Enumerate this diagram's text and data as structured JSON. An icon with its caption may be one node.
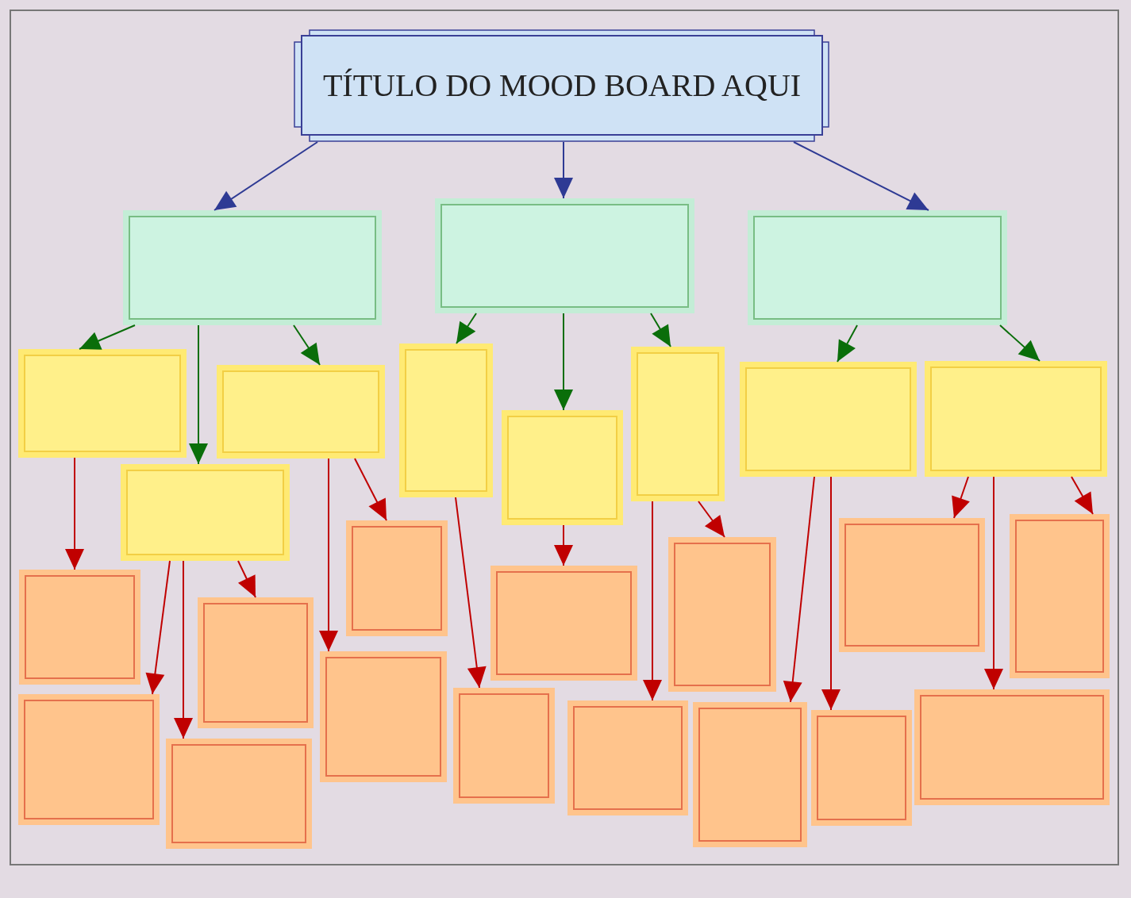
{
  "diagram": {
    "nodes": [
      {
        "text": [
          "TÍTULO DO MOOD BOARD AQUI"
        ]
      },
      {
        "text": [],
        "shape": "box"
      },
      {
        "text": [],
        "shape": "box"
      },
      {
        "text": [],
        "shape": "box"
      },
      {
        "text": [],
        "shape": "box"
      },
      {
        "text": [],
        "shape": "box"
      },
      {
        "text": [],
        "shape": "box"
      },
      {
        "text": [],
        "shape": "box"
      },
      {
        "text": [],
        "shape": "box"
      },
      {
        "text": [],
        "shape": "box"
      },
      {
        "text": [],
        "shape": "box"
      },
      {
        "text": [],
        "shape": "box"
      },
      {
        "text": [],
        "shape": "box"
      },
      {
        "text": [],
        "shape": "box"
      },
      {
        "text": [],
        "shape": "box"
      },
      {
        "text": [],
        "shape": "box"
      },
      {
        "text": [],
        "shape": "box"
      },
      {
        "text": [],
        "shape": "box"
      },
      {
        "text": [],
        "shape": "box"
      },
      {
        "text": [],
        "shape": "box"
      },
      {
        "text": [],
        "shape": "box"
      },
      {
        "text": [],
        "shape": "box"
      },
      {
        "text": [],
        "shape": "box"
      },
      {
        "text": [],
        "shape": "box"
      },
      {
        "text": [],
        "shape": "box"
      },
      {
        "text": [],
        "shape": "box"
      },
      {
        "text": [],
        "shape": "box"
      }
    ],
    "edges": [
      {
        "from": 0,
        "to": 1,
        "arrow": "to",
        "color": "#2e3a94"
      },
      {
        "from": 0,
        "to": 2,
        "arrow": "to",
        "color": "#2e3a94"
      },
      {
        "from": 0,
        "to": 3,
        "arrow": "to",
        "color": "#2e3a94"
      },
      {
        "from": 1,
        "to": 4,
        "arrow": "to",
        "color": "#0a6e0a"
      },
      {
        "from": 1,
        "to": 5,
        "arrow": "to",
        "color": "#0a6e0a"
      },
      {
        "from": 1,
        "to": 6,
        "arrow": "to",
        "color": "#0a6e0a"
      },
      {
        "from": 2,
        "to": 7,
        "arrow": "to",
        "color": "#0a6e0a"
      },
      {
        "from": 2,
        "to": 8,
        "arrow": "to",
        "color": "#0a6e0a"
      },
      {
        "from": 2,
        "to": 9,
        "arrow": "to",
        "color": "#0a6e0a"
      },
      {
        "from": 3,
        "to": 10,
        "arrow": "to",
        "color": "#0a6e0a"
      },
      {
        "from": 3,
        "to": 11,
        "arrow": "to",
        "color": "#0a6e0a"
      },
      {
        "from": 4,
        "to": 12,
        "arrow": "to"
      },
      {
        "from": 5,
        "to": 13,
        "arrow": "to"
      },
      {
        "from": 5,
        "to": 14,
        "arrow": "to"
      },
      {
        "from": 5,
        "to": 15,
        "arrow": "to"
      },
      {
        "from": 6,
        "to": 16,
        "arrow": "to"
      },
      {
        "from": 6,
        "to": 17,
        "arrow": "to"
      },
      {
        "from": 7,
        "to": 18,
        "arrow": "to"
      },
      {
        "from": 8,
        "to": 19,
        "arrow": "to"
      },
      {
        "from": 9,
        "to": 20,
        "arrow": "to"
      },
      {
        "from": 9,
        "to": 21,
        "arrow": "to"
      },
      {
        "from": 10,
        "to": 22,
        "arrow": "to"
      },
      {
        "from": 10,
        "to": 23,
        "arrow": "to"
      },
      {
        "from": 11,
        "to": 24,
        "arrow": "to"
      },
      {
        "from": 11,
        "to": 25,
        "arrow": "to"
      },
      {
        "from": 11,
        "to": 26,
        "arrow": "to"
      }
    ]
  }
}
